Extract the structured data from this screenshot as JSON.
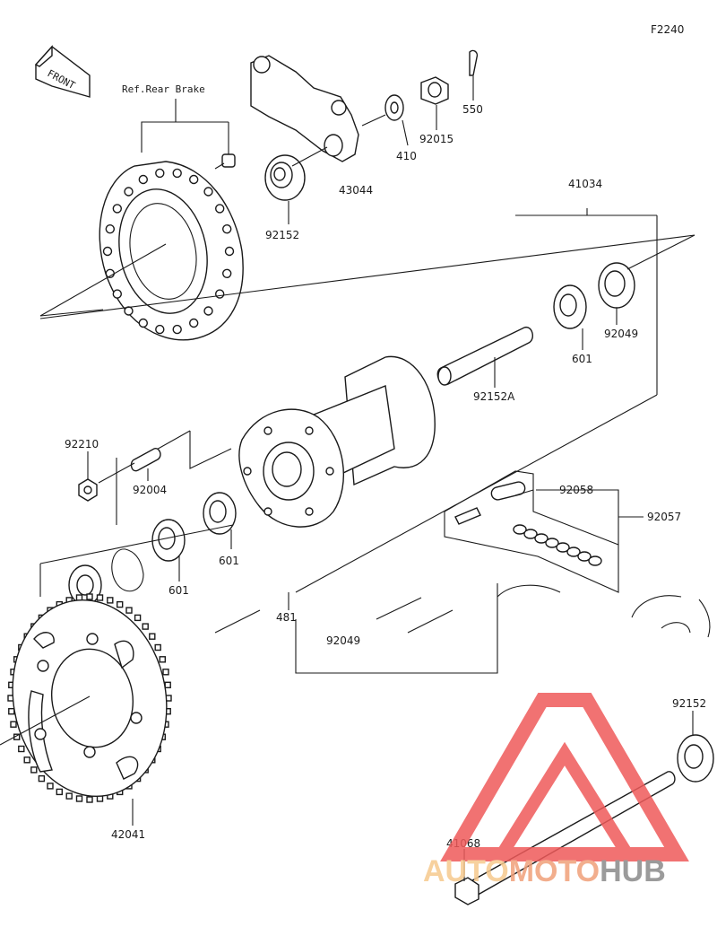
{
  "diagram": {
    "code": "F2240",
    "front_label": "FRONT",
    "ref_note": "Ref.Rear Brake",
    "parts": {
      "p550": "550",
      "p92015": "92015",
      "p410": "410",
      "p43044": "43044",
      "p92152_top": "92152",
      "p41034": "41034",
      "p92049_right": "92049",
      "p601_right": "601",
      "p92152A": "92152A",
      "p92210": "92210",
      "p92004": "92004",
      "p601_mid": "601",
      "p601_left": "601",
      "p92058": "92058",
      "p92057": "92057",
      "p481": "481",
      "p92049_bottom": "92049",
      "p92152_right": "92152",
      "p42041": "42041",
      "p41068": "41068"
    }
  },
  "watermark": {
    "brand": "AUTOMOTOHUB",
    "colors": {
      "auto": "#f6c98e",
      "moto": "#f0a07a",
      "hub": "#8a8a8a",
      "logo": "#ef5a5a"
    }
  }
}
